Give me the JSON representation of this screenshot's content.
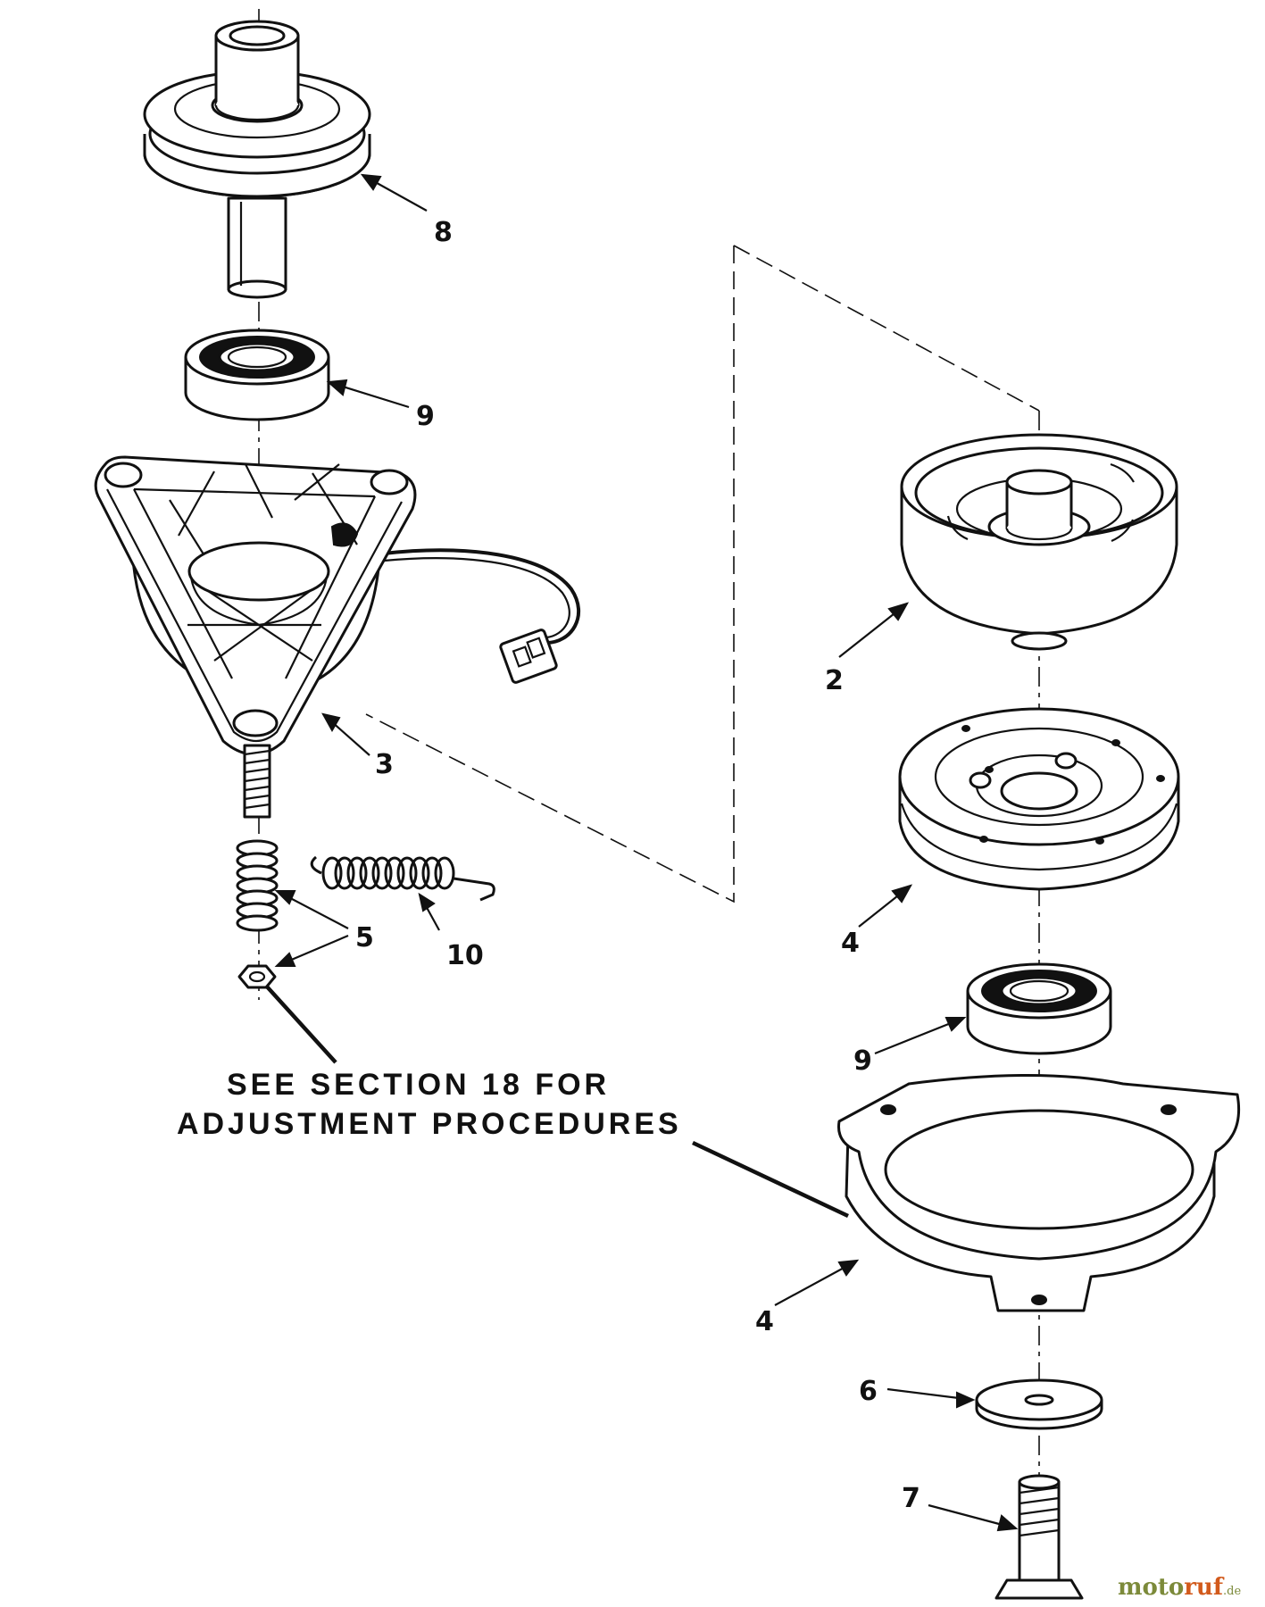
{
  "diagram": {
    "callouts": {
      "pulley_top": "8",
      "bearing_top": "9",
      "housing": "3",
      "adjuster": "5",
      "spring": "10",
      "rotor": "2",
      "armature": "4",
      "bearing_right": "9",
      "brake_plate": "4",
      "washer": "6",
      "bolt": "7"
    },
    "note": {
      "line1": "SEE SECTION 18 FOR",
      "line2": "ADJUSTMENT PROCEDURES"
    }
  },
  "watermark": {
    "part1": "moto",
    "part2": "ruf",
    "suffix": ".de"
  },
  "colors": {
    "line": "#111111",
    "watermark_green": "#7c8a3a",
    "watermark_orange": "#d25a1c"
  }
}
